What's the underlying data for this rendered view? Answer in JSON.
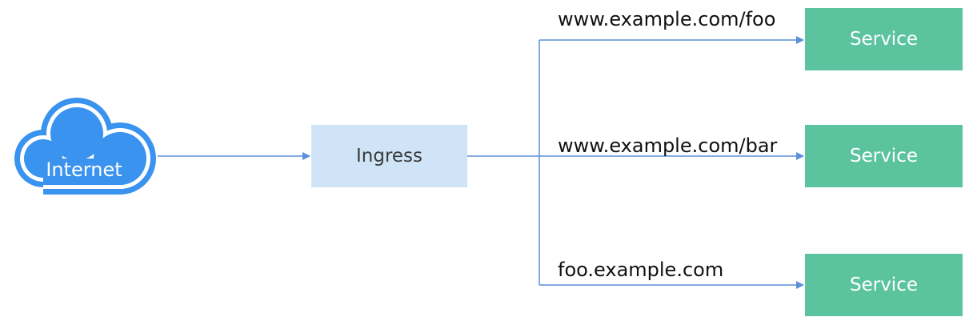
{
  "colors": {
    "cloud": "#3a93ee",
    "ingress_fill": "#cfe4f7",
    "service_fill": "#5bc49f",
    "connector": "#5b8fd8"
  },
  "internet": {
    "label": "Internet",
    "icon": "cloud-icon"
  },
  "ingress": {
    "label": "Ingress"
  },
  "routes": [
    {
      "rule": "www.example.com/foo",
      "target": "Service"
    },
    {
      "rule": "www.example.com/bar",
      "target": "Service"
    },
    {
      "rule": "foo.example.com",
      "target": "Service"
    }
  ]
}
